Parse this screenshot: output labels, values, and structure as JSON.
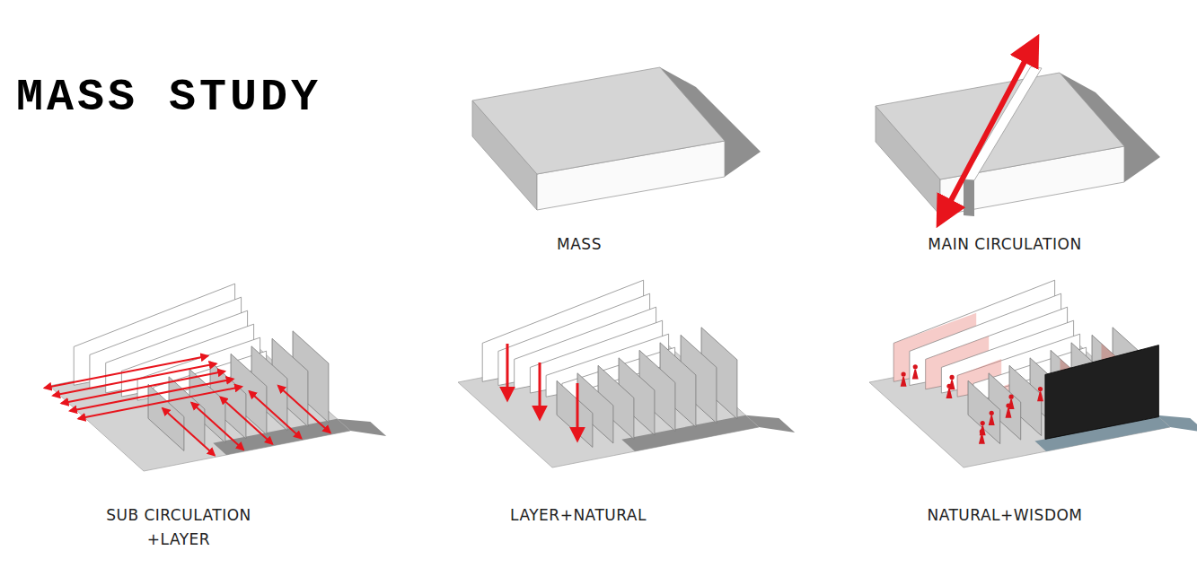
{
  "diagram": {
    "title": "MASS STUDY",
    "labels": [
      "MASS",
      "MAIN CIRCULATION",
      "SUB CIRCULATION +LAYER",
      "LAYER+NATURAL",
      "NATURAL+WISDOM"
    ]
  }
}
